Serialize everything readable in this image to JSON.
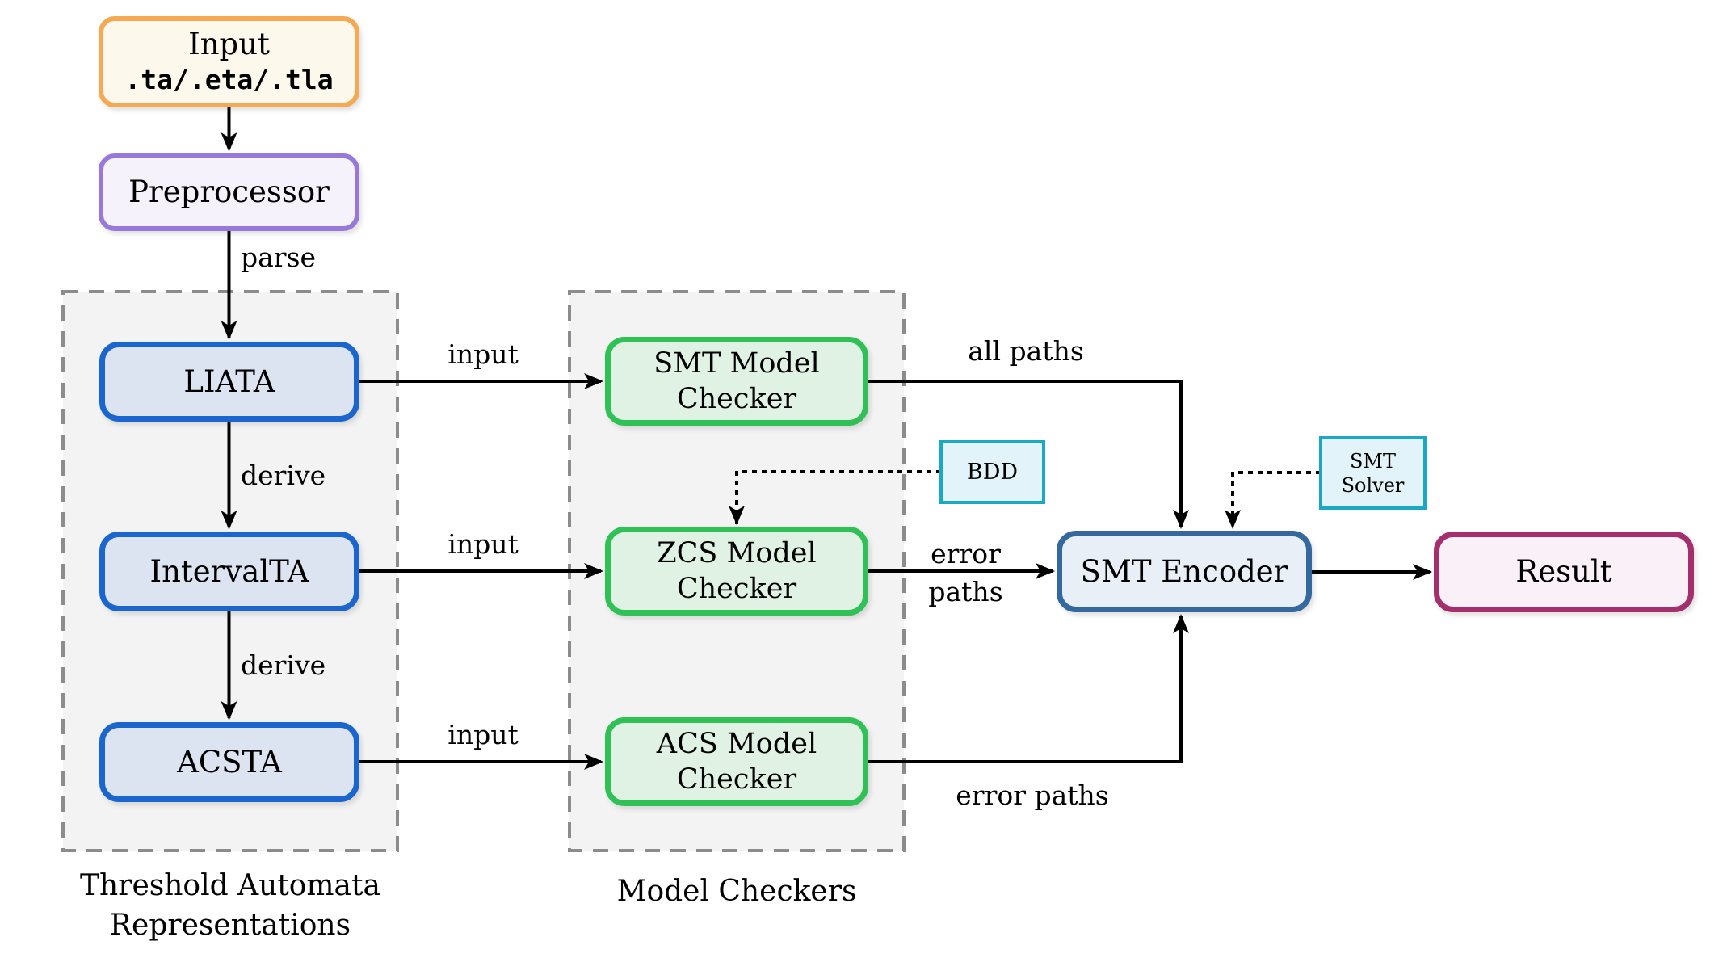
{
  "diagram": {
    "nodes": {
      "input_file": {
        "line1": "Input",
        "line2": ".ta/.eta/.tla"
      },
      "preprocessor": {
        "label": "Preprocessor"
      },
      "liata": {
        "label": "LIATA"
      },
      "intervalta": {
        "label": "IntervalTA"
      },
      "acsta": {
        "label": "ACSTA"
      },
      "smt_model_checker": {
        "line1": "SMT Model",
        "line2": "Checker"
      },
      "zcs_model_checker": {
        "line1": "ZCS Model",
        "line2": "Checker"
      },
      "acs_model_checker": {
        "line1": "ACS Model",
        "line2": "Checker"
      },
      "bdd": {
        "label": "BDD"
      },
      "smt_solver": {
        "line1": "SMT",
        "line2": "Solver"
      },
      "smt_encoder": {
        "label": "SMT Encoder"
      },
      "result": {
        "label": "Result"
      }
    },
    "groups": {
      "threshold_automata": {
        "caption_line1": "Threshold Automata",
        "caption_line2": "Representations"
      },
      "model_checkers": {
        "caption": "Model Checkers"
      }
    },
    "edge_labels": {
      "parse": "parse",
      "derive_liata_intervalta": "derive",
      "derive_intervalta_acsta": "derive",
      "input_liata": "input",
      "input_intervalta": "input",
      "input_acsta": "input",
      "all_paths": "all paths",
      "error_paths_zcs_line1": "error",
      "error_paths_zcs_line2": "paths",
      "error_paths_acs": "error paths"
    },
    "colors": {
      "input_border": "#F4A952",
      "input_fill": "#FDF8EC",
      "preprocessor_border": "#9879DA",
      "preprocessor_fill": "#F5F2FB",
      "ta_border": "#1A66CE",
      "ta_fill": "#DCE4F1",
      "checker_border": "#2FC155",
      "checker_fill": "#E0F2E3",
      "helper_border": "#1BA8C5",
      "helper_fill": "#E2F4F9",
      "encoder_border": "#34689E",
      "encoder_fill": "#E9EFF7",
      "result_border": "#A52F6C",
      "result_fill": "#FAF0F8",
      "region_border": "#8C8C8C",
      "region_fill": "#F3F3F3",
      "arrow": "#000000"
    }
  }
}
